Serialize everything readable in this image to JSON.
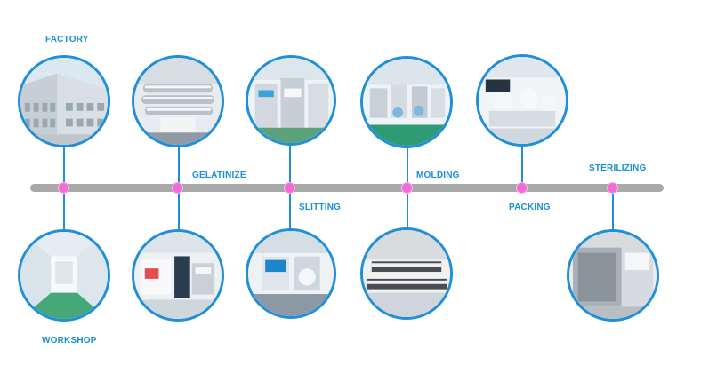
{
  "labels": {
    "factory": "FACTORY",
    "workshop": "WORKSHOP",
    "gelatinize": "GELATINIZE",
    "slitting": "SLITTING",
    "molding": "MOLDING",
    "packing": "PACKING",
    "sterilizing": "STERILIZING"
  },
  "colors": {
    "accent": "#1e8fd8",
    "timeline": "#a8a8a8",
    "milestone": "#f36bd6"
  },
  "steps": [
    {
      "name": "FACTORY",
      "photo": "factory-building-photo"
    },
    {
      "name": "WORKSHOP",
      "photo": "clean-workshop-photo"
    },
    {
      "name": "GELATINIZE",
      "photo": "gelatinize-machine-photo"
    },
    {
      "name": "SLITTING",
      "photo": "slitting-machine-photo"
    },
    {
      "name": "MOLDING",
      "photo": "molding-line-photo"
    },
    {
      "name": "PACKING",
      "photo": "packing-room-photo"
    },
    {
      "name": "STERILIZING",
      "photo": "sterilizer-photo"
    }
  ]
}
